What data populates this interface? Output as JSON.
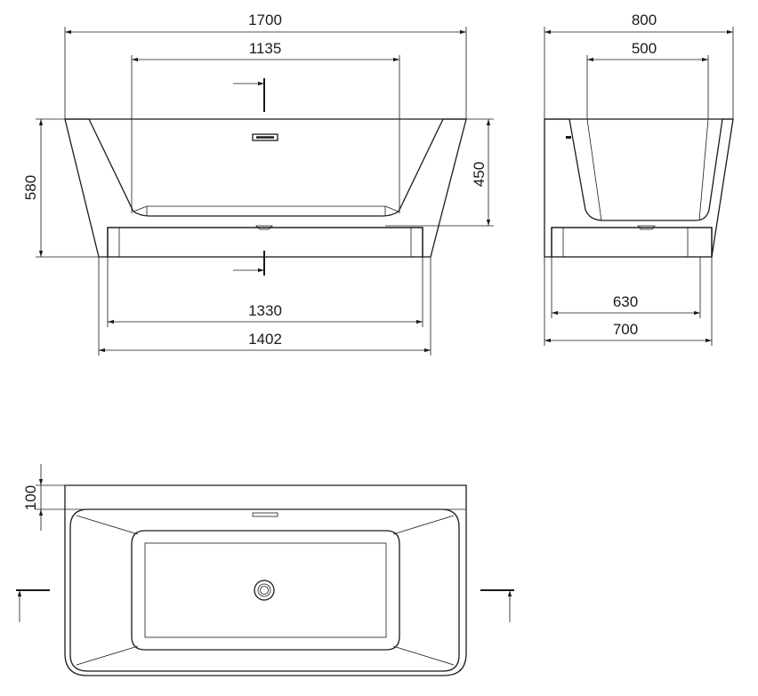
{
  "front_view": {
    "dims": {
      "top_width": "1700",
      "inner_width": "1135",
      "height": "580",
      "inner_depth": "450",
      "plinth_width": "1330",
      "base_width": "1402"
    }
  },
  "side_view": {
    "dims": {
      "top_width": "800",
      "inner_width": "500",
      "plinth_width": "630",
      "base_width": "700"
    }
  },
  "top_view": {
    "dims": {
      "back_ledge": "100"
    }
  },
  "colors": {
    "line": "#1a1a1a",
    "background": "#ffffff"
  }
}
